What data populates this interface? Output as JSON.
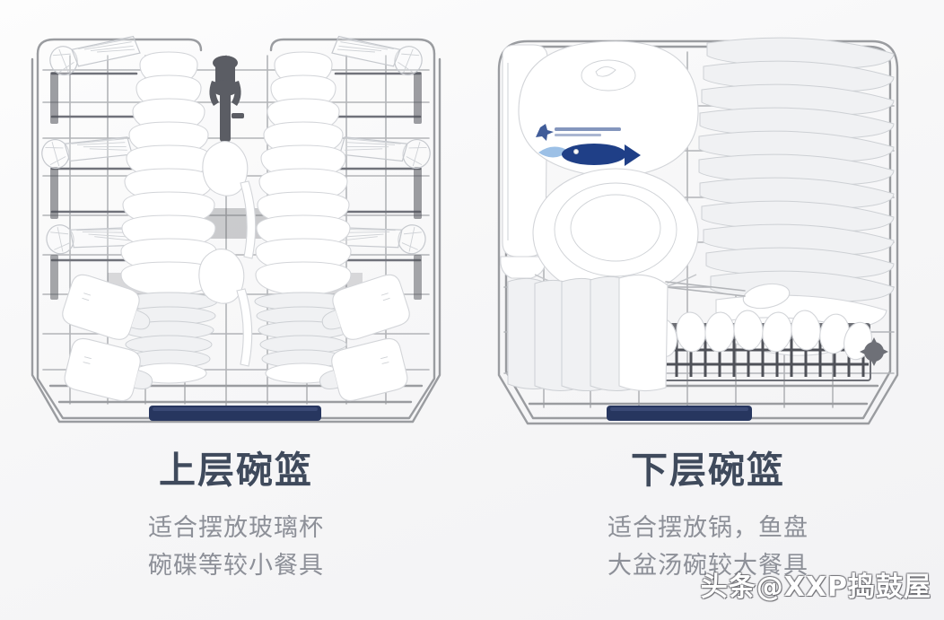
{
  "page": {
    "background_color": "#f7f7f8",
    "watermark": "头条@XXP捣鼓屋"
  },
  "panels": [
    {
      "id": "upper-rack",
      "title": "上层碗篮",
      "title_color": "#3f4a5c",
      "subtitle_line1": "适合摆放玻璃杯",
      "subtitle_line2": "碗碟等较小餐具",
      "subtitle_color": "#8d9098",
      "rack": {
        "name": "upper-dish-rack",
        "handle_color": "#27365f",
        "wire_color": "#9a9ca0",
        "contents": [
          "stemmed-glasses",
          "stacked-bowls",
          "ladles",
          "small-cups",
          "spray-tower"
        ]
      }
    },
    {
      "id": "lower-rack",
      "title": "下层碗篮",
      "title_color": "#3f4a5c",
      "subtitle_line1": "适合摆放锅，鱼盘",
      "subtitle_line2": "大盆汤碗较大餐具",
      "subtitle_color": "#8d9098",
      "rack": {
        "name": "lower-dish-rack",
        "handle_color": "#27365f",
        "wire_color": "#9a9ca0",
        "contents": [
          "inverted-mixing-bowl",
          "fish-decorated-bowl",
          "large-plate",
          "stacked-dinner-plates",
          "serving-spoon",
          "cutlery-basket-spoons",
          "side-plates"
        ]
      }
    }
  ]
}
